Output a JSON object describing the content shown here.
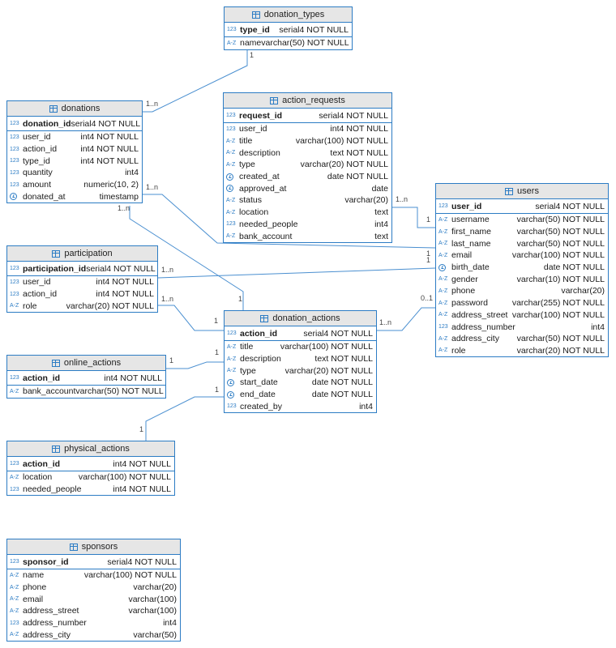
{
  "tables": [
    {
      "key": "donation_types",
      "name": "donation_types",
      "columns": [
        {
          "name": "type_id",
          "type": "serial4 NOT NULL",
          "icon": "123",
          "pk": true
        },
        {
          "name": "name",
          "type": "varchar(50) NOT NULL",
          "icon": "A-Z"
        }
      ]
    },
    {
      "key": "donations",
      "name": "donations",
      "columns": [
        {
          "name": "donation_id",
          "type": "serial4 NOT NULL",
          "icon": "123",
          "pk": true
        },
        {
          "name": "user_id",
          "type": "int4 NOT NULL",
          "icon": "123"
        },
        {
          "name": "action_id",
          "type": "int4 NOT NULL",
          "icon": "123"
        },
        {
          "name": "type_id",
          "type": "int4 NOT NULL",
          "icon": "123"
        },
        {
          "name": "quantity",
          "type": "int4",
          "icon": "123"
        },
        {
          "name": "amount",
          "type": "numeric(10, 2)",
          "icon": "123"
        },
        {
          "name": "donated_at",
          "type": "timestamp",
          "icon": "clock"
        }
      ]
    },
    {
      "key": "action_requests",
      "name": "action_requests",
      "columns": [
        {
          "name": "request_id",
          "type": "serial4 NOT NULL",
          "icon": "123",
          "pk": true
        },
        {
          "name": "user_id",
          "type": "int4 NOT NULL",
          "icon": "123"
        },
        {
          "name": "title",
          "type": "varchar(100) NOT NULL",
          "icon": "A-Z"
        },
        {
          "name": "description",
          "type": "text NOT NULL",
          "icon": "A-Z"
        },
        {
          "name": "type",
          "type": "varchar(20) NOT NULL",
          "icon": "A-Z"
        },
        {
          "name": "created_at",
          "type": "date NOT NULL",
          "icon": "clock"
        },
        {
          "name": "approved_at",
          "type": "date",
          "icon": "clock"
        },
        {
          "name": "status",
          "type": "varchar(20)",
          "icon": "A-Z"
        },
        {
          "name": "location",
          "type": "text",
          "icon": "A-Z"
        },
        {
          "name": "needed_people",
          "type": "int4",
          "icon": "123"
        },
        {
          "name": "bank_account",
          "type": "text",
          "icon": "A-Z"
        }
      ]
    },
    {
      "key": "users",
      "name": "users",
      "columns": [
        {
          "name": "user_id",
          "type": "serial4 NOT NULL",
          "icon": "123",
          "pk": true
        },
        {
          "name": "username",
          "type": "varchar(50) NOT NULL",
          "icon": "A-Z"
        },
        {
          "name": "first_name",
          "type": "varchar(50) NOT NULL",
          "icon": "A-Z"
        },
        {
          "name": "last_name",
          "type": "varchar(50) NOT NULL",
          "icon": "A-Z"
        },
        {
          "name": "email",
          "type": "varchar(100) NOT NULL",
          "icon": "A-Z"
        },
        {
          "name": "birth_date",
          "type": "date NOT NULL",
          "icon": "clock"
        },
        {
          "name": "gender",
          "type": "varchar(10) NOT NULL",
          "icon": "A-Z"
        },
        {
          "name": "phone",
          "type": "varchar(20)",
          "icon": "A-Z"
        },
        {
          "name": "password",
          "type": "varchar(255) NOT NULL",
          "icon": "A-Z"
        },
        {
          "name": "address_street",
          "type": "varchar(100) NOT NULL",
          "icon": "A-Z"
        },
        {
          "name": "address_number",
          "type": "int4",
          "icon": "123"
        },
        {
          "name": "address_city",
          "type": "varchar(50) NOT NULL",
          "icon": "A-Z"
        },
        {
          "name": "role",
          "type": "varchar(20) NOT NULL",
          "icon": "A-Z"
        }
      ]
    },
    {
      "key": "participation",
      "name": "participation",
      "columns": [
        {
          "name": "participation_id",
          "type": "serial4 NOT NULL",
          "icon": "123",
          "pk": true
        },
        {
          "name": "user_id",
          "type": "int4 NOT NULL",
          "icon": "123"
        },
        {
          "name": "action_id",
          "type": "int4 NOT NULL",
          "icon": "123"
        },
        {
          "name": "role",
          "type": "varchar(20) NOT NULL",
          "icon": "A-Z"
        }
      ]
    },
    {
      "key": "donation_actions",
      "name": "donation_actions",
      "columns": [
        {
          "name": "action_id",
          "type": "serial4 NOT NULL",
          "icon": "123",
          "pk": true
        },
        {
          "name": "title",
          "type": "varchar(100) NOT NULL",
          "icon": "A-Z"
        },
        {
          "name": "description",
          "type": "text NOT NULL",
          "icon": "A-Z"
        },
        {
          "name": "type",
          "type": "varchar(20) NOT NULL",
          "icon": "A-Z"
        },
        {
          "name": "start_date",
          "type": "date NOT NULL",
          "icon": "clock"
        },
        {
          "name": "end_date",
          "type": "date NOT NULL",
          "icon": "clock"
        },
        {
          "name": "created_by",
          "type": "int4",
          "icon": "123"
        }
      ]
    },
    {
      "key": "online_actions",
      "name": "online_actions",
      "columns": [
        {
          "name": "action_id",
          "type": "int4 NOT NULL",
          "icon": "123",
          "pk": true
        },
        {
          "name": "bank_account",
          "type": "varchar(50) NOT NULL",
          "icon": "A-Z"
        }
      ]
    },
    {
      "key": "physical_actions",
      "name": "physical_actions",
      "columns": [
        {
          "name": "action_id",
          "type": "int4 NOT NULL",
          "icon": "123",
          "pk": true
        },
        {
          "name": "location",
          "type": "varchar(100) NOT NULL",
          "icon": "A-Z"
        },
        {
          "name": "needed_people",
          "type": "int4 NOT NULL",
          "icon": "123"
        }
      ]
    },
    {
      "key": "sponsors",
      "name": "sponsors",
      "columns": [
        {
          "name": "sponsor_id",
          "type": "serial4 NOT NULL",
          "icon": "123",
          "pk": true
        },
        {
          "name": "name",
          "type": "varchar(100) NOT NULL",
          "icon": "A-Z"
        },
        {
          "name": "phone",
          "type": "varchar(20)",
          "icon": "A-Z"
        },
        {
          "name": "email",
          "type": "varchar(100)",
          "icon": "A-Z"
        },
        {
          "name": "address_street",
          "type": "varchar(100)",
          "icon": "A-Z"
        },
        {
          "name": "address_number",
          "type": "int4",
          "icon": "123"
        },
        {
          "name": "address_city",
          "type": "varchar(50)",
          "icon": "A-Z"
        }
      ]
    }
  ],
  "relations": [
    {
      "from": "donations",
      "to": "donation_types",
      "from_card": "1..n",
      "to_card": "1"
    },
    {
      "from": "donations",
      "to": "users",
      "from_card": "1..n",
      "to_card": "1"
    },
    {
      "from": "donations",
      "to": "donation_actions",
      "from_card": "1..n",
      "to_card": "1"
    },
    {
      "from": "action_requests",
      "to": "users",
      "from_card": "1..n",
      "to_card": "1"
    },
    {
      "from": "participation",
      "to": "users",
      "from_card": "1..n",
      "to_card": "1"
    },
    {
      "from": "participation",
      "to": "donation_actions",
      "from_card": "1..n",
      "to_card": "1"
    },
    {
      "from": "donation_actions",
      "to": "users",
      "from_card": "1..n",
      "to_card": "0..1"
    },
    {
      "from": "online_actions",
      "to": "donation_actions",
      "from_card": "1",
      "to_card": "1"
    },
    {
      "from": "physical_actions",
      "to": "donation_actions",
      "from_card": "1",
      "to_card": "1"
    }
  ],
  "colors": {
    "border": "#2c7cc4",
    "header": "#e6e6e6",
    "line": "#4a8fd0"
  }
}
